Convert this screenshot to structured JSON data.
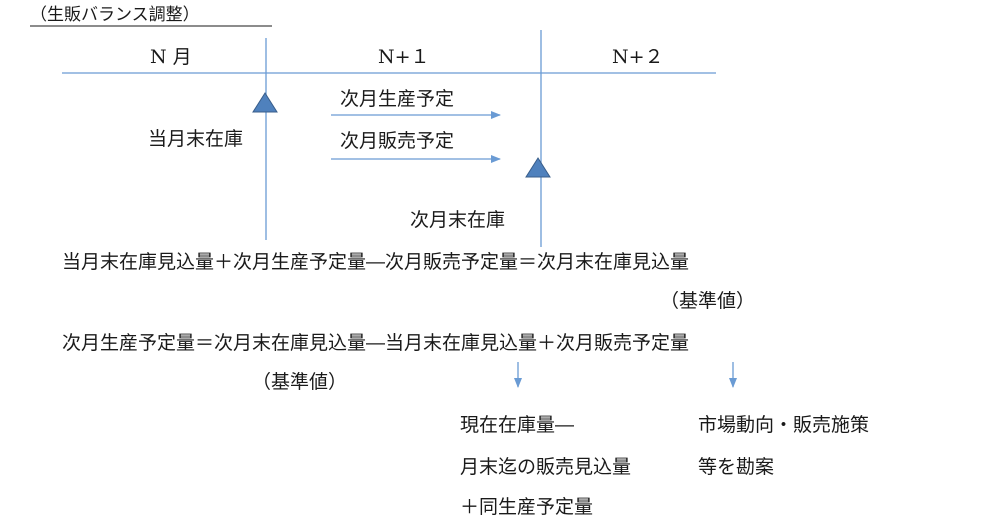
{
  "heading": "（生販バランス調整）",
  "timeline": {
    "month_n": "N 月",
    "month_n1": "N+１",
    "month_n2": "N+２"
  },
  "labels": {
    "next_month_production_plan": "次月生産予定",
    "next_month_sales_plan": "次月販売予定",
    "current_month_end_inventory": "当月末在庫",
    "next_month_end_inventory": "次月末在庫"
  },
  "formulas": {
    "equation1": "当月末在庫見込量＋次月生産予定量―次月販売予定量＝次月末在庫見込量",
    "equation1_note": "（基準値）",
    "equation2": "次月生産予定量＝次月末在庫見込量―当月末在庫見込量＋次月販売予定量",
    "equation2_note": "（基準値）"
  },
  "breakdown": {
    "inventory_line1": "現在在庫量―",
    "inventory_line2": "月末迄の販売見込量",
    "inventory_line3": "＋同生産予定量",
    "sales_line1": "市場動向・販売施策",
    "sales_line2": "等を勘案"
  },
  "colors": {
    "line": "#6a9bd4",
    "marker_fill": "#4f81bd",
    "marker_stroke": "#385d8a",
    "text": "#1a1a1a"
  }
}
